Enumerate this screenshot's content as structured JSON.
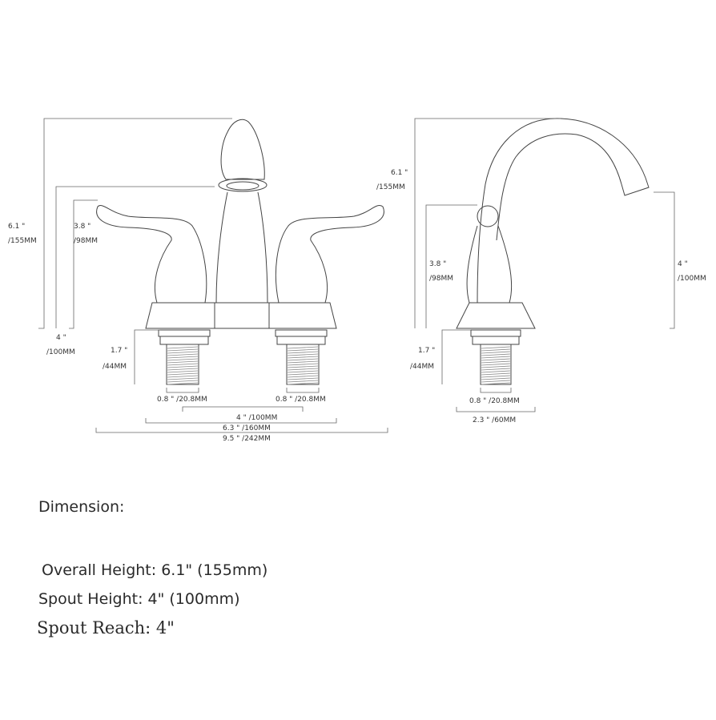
{
  "front_view": {
    "overall_height": {
      "inch": "6.1 \"",
      "mm": "/155MM"
    },
    "handle_height": {
      "inch": "3.8 \"",
      "mm": "/98MM"
    },
    "spout_height": {
      "inch": "4 \"",
      "mm": "/100MM"
    },
    "shank_length": {
      "inch": "1.7 \"",
      "mm": "/44MM"
    },
    "left_shank_dia": "0.8 \" /20.8MM",
    "right_shank_dia": "0.8 \" /20.8MM",
    "center_spread": "4 \" /100MM",
    "base_width": "6.3 \" /160MM",
    "handle_span": "9.5 \" /242MM"
  },
  "side_view": {
    "overall_height": {
      "inch": "6.1 \"",
      "mm": "/155MM"
    },
    "handle_height": {
      "inch": "3.8 \"",
      "mm": "/98MM"
    },
    "spout_height": {
      "inch": "4 \"",
      "mm": "/100MM"
    },
    "shank_length": {
      "inch": "1.7 \"",
      "mm": "/44MM"
    },
    "shank_dia": "0.8 \" /20.8MM",
    "base_depth": "2.3 \" /60MM"
  },
  "specs": {
    "heading": "Dimension:",
    "overall_height": "Overall Height: 6.1\" (155mm)",
    "spout_height": "Spout Height: 4\" (100mm)",
    "spout_reach": "Spout Reach: 4\""
  },
  "colors": {
    "line": "#444444",
    "text": "#333333",
    "background": "#ffffff"
  }
}
